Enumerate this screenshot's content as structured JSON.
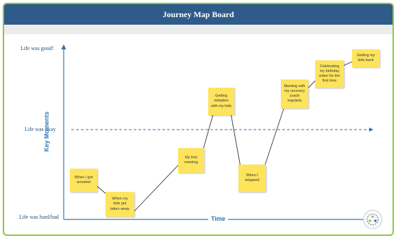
{
  "board": {
    "title": "Journey Map Board"
  },
  "levels": {
    "good": "Life was good!",
    "okay": "Life was okay",
    "bad": "Life was hard/bad"
  },
  "axes": {
    "y_title": "Key Moments",
    "x_title": "Time"
  },
  "notes": [
    {
      "text": "When I got\narrested"
    },
    {
      "text": "When my\nkids got\ntaken away"
    },
    {
      "text": "My first\nmeeting"
    },
    {
      "text": "Getting\nvisitation\nwith my kids"
    },
    {
      "text": "When I\nrelapsed"
    },
    {
      "text": "Meeting with\nmy recovery\ncoach\nregularly"
    },
    {
      "text": "Celebrating\nmy birthday\nsober for the\nfirst time"
    },
    {
      "text": "Getting my\nkids back"
    }
  ],
  "colors": {
    "header": "#2e5b8a",
    "border": "#8dc63f",
    "axis": "#2e75b6",
    "sticky": "#fde45c"
  },
  "logo": {
    "icon": "circle-logo-icon"
  }
}
